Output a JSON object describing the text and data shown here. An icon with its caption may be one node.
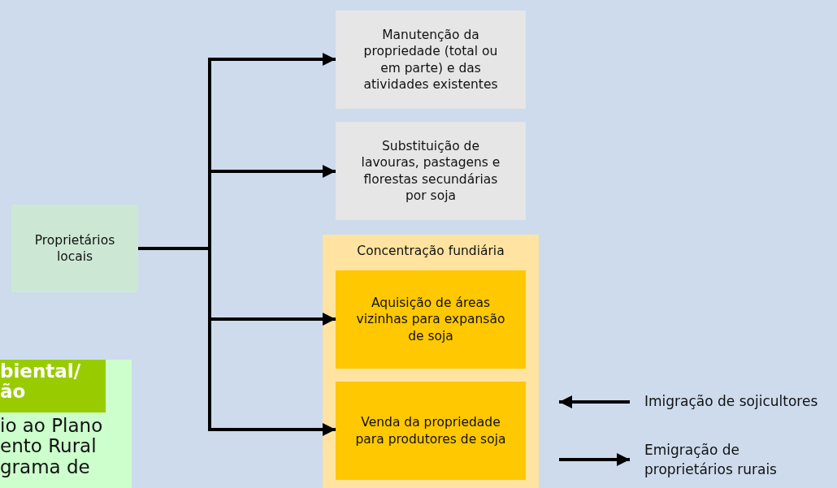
{
  "diagram": {
    "nodes": [
      {
        "text": [
          "Manutenção da propriedade (total ou em parte) e das atividades existentes"
        ]
      },
      {
        "text": [
          "Substituição de lavouras, pastagens e florestas secundárias por soja"
        ]
      },
      {
        "text": [
          "Proprietários locais"
        ]
      },
      {
        "text": [
          "Concentração fundiária"
        ]
      },
      {
        "text": [
          "Aquisição de áreas vizinhas para expansão de soja"
        ],
        "in": 3
      },
      {
        "text": [
          "Venda da propriedade para produtores de soja"
        ],
        "in": 3
      },
      {
        "text": [
          "Imigração de sojicultores"
        ]
      },
      {
        "text": [
          "Emigração de proprietários rurais"
        ]
      },
      {
        "text": [
          "biental/ ão",
          "io ao Plano ento Rural grama de"
        ]
      }
    ],
    "edges": [
      {
        "from": 2,
        "to": 0,
        "arrow": "to"
      },
      {
        "from": 2,
        "to": 1,
        "arrow": "to"
      },
      {
        "from": 2,
        "to": 4,
        "arrow": "to"
      },
      {
        "from": 2,
        "to": 5,
        "arrow": "to"
      },
      {
        "from": 6,
        "to": 3,
        "arrow": "to"
      },
      {
        "from": 3,
        "to": 7,
        "arrow": "to"
      }
    ]
  }
}
